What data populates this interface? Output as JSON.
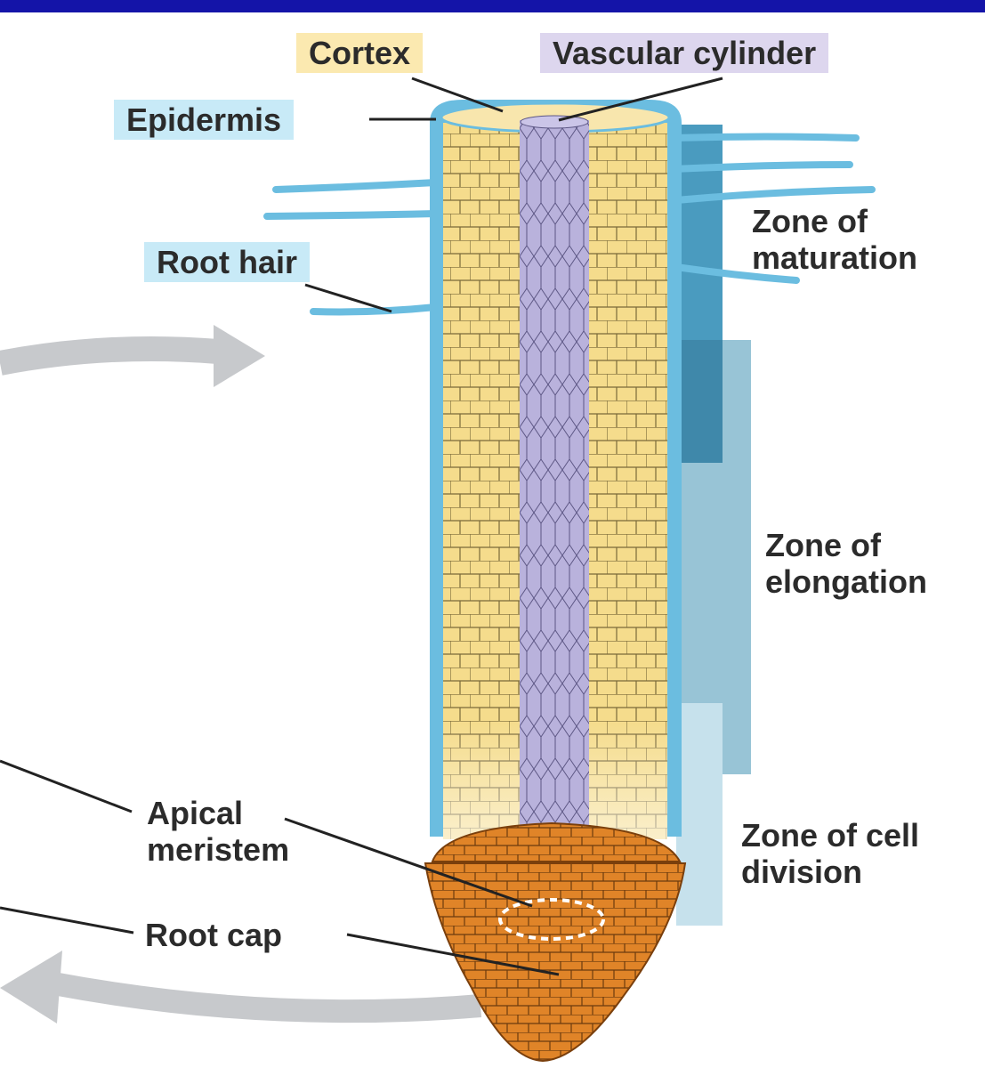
{
  "colors": {
    "top_bar": "#1414a8",
    "cortex_fill": "#f5dc8c",
    "vascular_fill": "#b9b2dc",
    "epidermis": "#6bbde0",
    "meristem": "#e48a2c",
    "root_cap": "#d9771e",
    "label_bg_cortex": "#fbe9b0",
    "label_bg_vascular": "#ddd6ee",
    "label_bg_blue": "#c8eaf7",
    "zone_maturation": "#4a9bbf",
    "zone_elongation": "#8fbfd2",
    "zone_division": "#c6e1ec",
    "arrow_gray": "#c7c9cc"
  },
  "labels": {
    "cortex": "Cortex",
    "vascular_cylinder": "Vascular cylinder",
    "epidermis": "Epidermis",
    "root_hair": "Root hair",
    "zone_maturation": "Zone of\nmaturation",
    "zone_elongation": "Zone of\nelongation",
    "zone_division": "Zone of cell\ndivision",
    "apical_meristem": "Apical\nmeristem",
    "root_cap": "Root cap"
  }
}
